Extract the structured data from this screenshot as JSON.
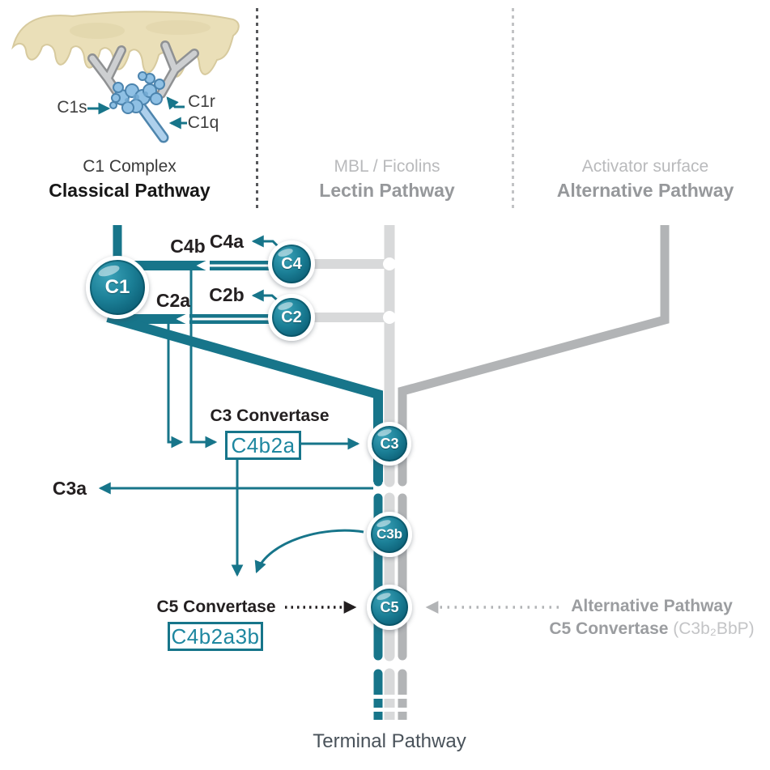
{
  "headers": {
    "classical": {
      "subtitle": "C1 Complex",
      "title": "Classical Pathway"
    },
    "lectin": {
      "subtitle": "MBL / Ficolins",
      "title": "Lectin Pathway"
    },
    "alternative": {
      "subtitle": "Activator surface",
      "title": "Alternative Pathway"
    }
  },
  "illustration": {
    "c1s": "C1s",
    "c1r": "C1r",
    "c1q": "C1q"
  },
  "nodes": {
    "c1": {
      "label": "C1"
    },
    "c4": {
      "label": "C4"
    },
    "c2": {
      "label": "C2"
    },
    "c3": {
      "label": "C3"
    },
    "c3b": {
      "label": "C3b"
    },
    "c5": {
      "label": "C5"
    }
  },
  "fragments": {
    "c4b": "C4b",
    "c4a": "C4a",
    "c2b": "C2b",
    "c2a": "C2a",
    "c3a": "C3a"
  },
  "c3_convertase": {
    "title": "C3 Convertase",
    "complex": "C4b2a"
  },
  "c5_convertase": {
    "title": "C5 Convertase",
    "complex": "C4b2a3b"
  },
  "alt_c5_convertase": {
    "line1": "Alternative Pathway",
    "line2_bold": "C5 Convertase",
    "line2_normal": "(C3b₂BbP)"
  },
  "terminal": {
    "label": "Terminal Pathway"
  },
  "colors": {
    "teal": "#17758a",
    "lectin_gray": "#d8d9da",
    "alternative_gray": "#b2b4b6",
    "ink": "#231f20",
    "gray_text_bold": "#96989b",
    "gray_text_light": "#b9babc"
  }
}
